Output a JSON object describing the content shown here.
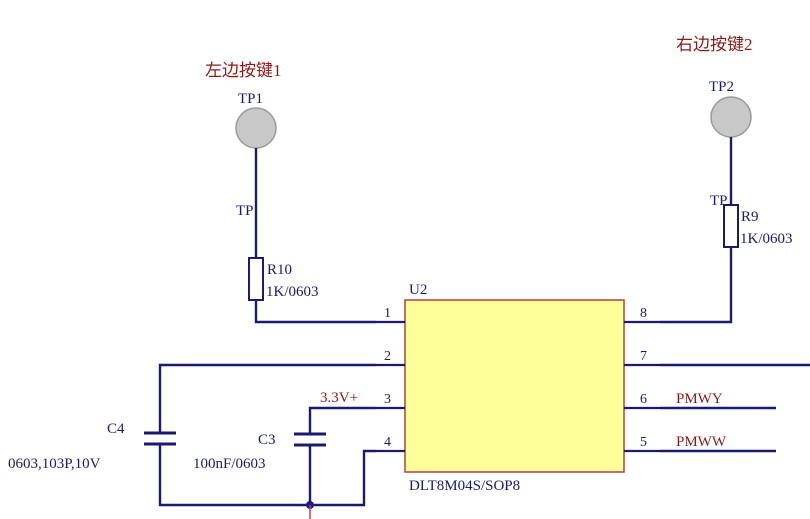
{
  "button_labels": {
    "left": "左边按键1",
    "right": "右边按键2"
  },
  "testpoints": {
    "tp1": "TP1",
    "tp2": "TP2",
    "tp1_stub": "TP",
    "tp2_stub": "TP"
  },
  "resistors": {
    "r10_ref": "R10",
    "r10_value": "1K/0603",
    "r9_ref": "R9",
    "r9_value": "1K/0603"
  },
  "ic": {
    "ref": "U2",
    "part": "DLT8M04S/SOP8",
    "pins": [
      "1",
      "2",
      "3",
      "4",
      "5",
      "6",
      "7",
      "8"
    ]
  },
  "capacitors": {
    "c4_ref": "C4",
    "c4_value": "0603,103P,10V",
    "c3_ref": "C3",
    "c3_value": "100nF/0603"
  },
  "nets": {
    "vcc": "3.3V+",
    "pmwy": "PMWY",
    "pmww": "PMWW"
  },
  "colors": {
    "wire": "#1a1a6e",
    "ic_fill": "#ffff99",
    "ic_border": "#b04040",
    "net_label": "#8b1a1a",
    "testpoint_fill": "#c8c8c8",
    "junction": "#1a1a8e"
  }
}
